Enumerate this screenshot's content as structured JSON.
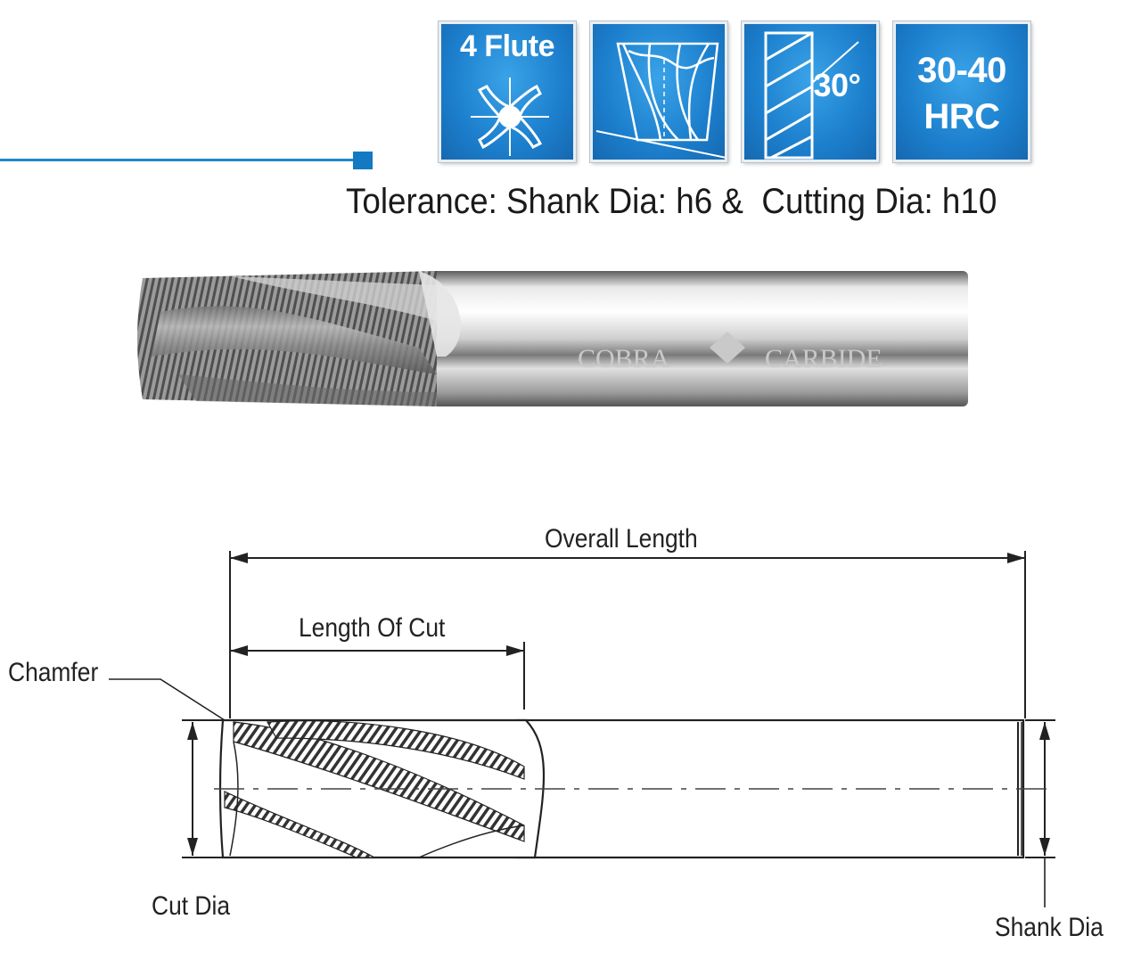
{
  "badges": [
    {
      "id": "flute",
      "line1": "4 Flute",
      "icon": "end-mill-cross-section-icon"
    },
    {
      "id": "helix",
      "icon": "variable-helix-icon"
    },
    {
      "id": "angle",
      "line1": "30°",
      "icon": "helix-angle-icon"
    },
    {
      "id": "hardness",
      "line1": "30-40",
      "line2": "HRC"
    }
  ],
  "tolerance": "Tolerance: Shank Dia: h6 &  Cutting Dia: h10",
  "photo": {
    "watermark_left": "COBRA",
    "watermark_right": "CARBIDE"
  },
  "dimensions": {
    "overall_length": "Overall Length",
    "length_of_cut": "Length Of Cut",
    "chamfer": "Chamfer",
    "cut_dia": "Cut Dia",
    "shank_dia": "Shank Dia"
  },
  "colors": {
    "accent": "#1e88d0",
    "badge_blue": "#1c7fcd"
  }
}
